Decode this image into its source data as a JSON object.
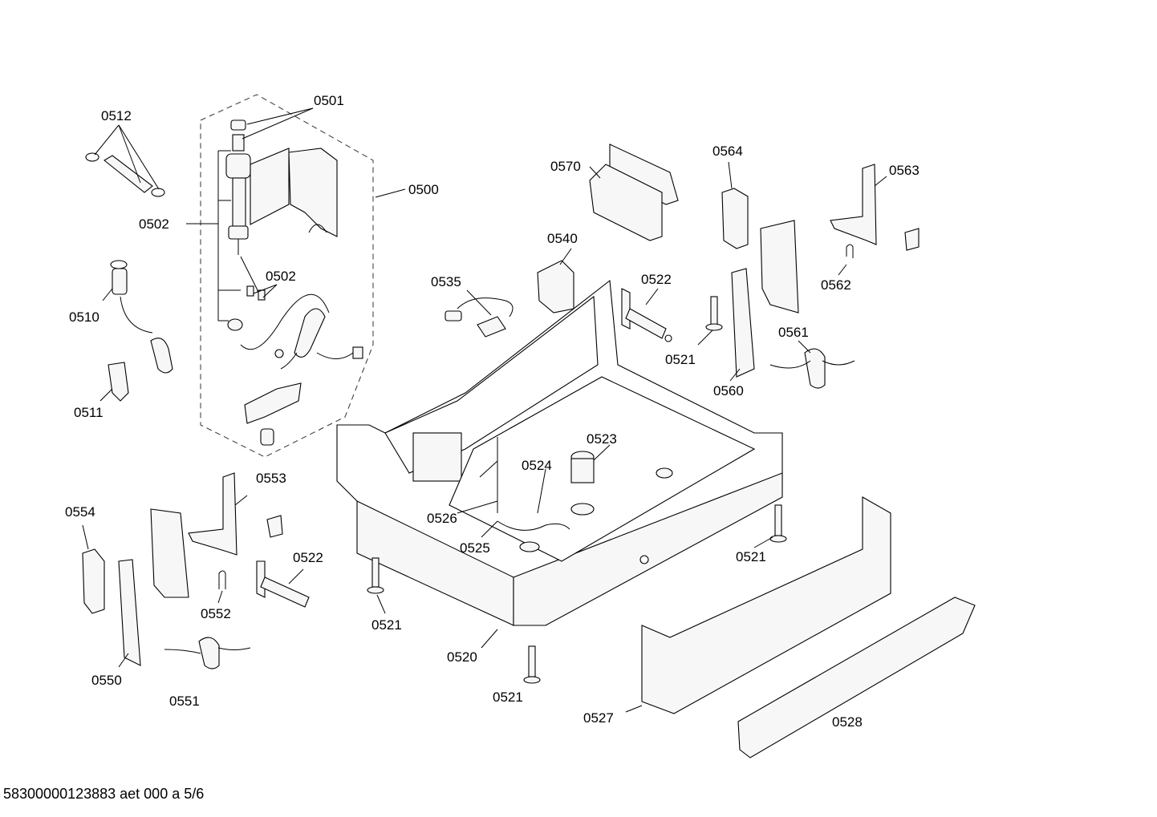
{
  "diagram": {
    "footer": "58300000123883 aet 000 a 5/6",
    "callouts": {
      "c0501": "0501",
      "c0512": "0512",
      "c0500": "0500",
      "c0502a": "0502",
      "c0502b": "0502",
      "c0510": "0510",
      "c0511": "0511",
      "c0570": "0570",
      "c0564": "0564",
      "c0563": "0563",
      "c0540": "0540",
      "c0535": "0535",
      "c0522a": "0522",
      "c0562": "0562",
      "c0521a": "0521",
      "c0561": "0561",
      "c0560": "0560",
      "c0523": "0523",
      "c0524": "0524",
      "c0553": "0553",
      "c0554": "0554",
      "c0526": "0526",
      "c0525": "0525",
      "c0522b": "0522",
      "c0521b": "0521",
      "c0552": "0552",
      "c0521c": "0521",
      "c0520": "0520",
      "c0550": "0550",
      "c0551": "0551",
      "c0521d": "0521",
      "c0527": "0527",
      "c0528": "0528"
    }
  }
}
